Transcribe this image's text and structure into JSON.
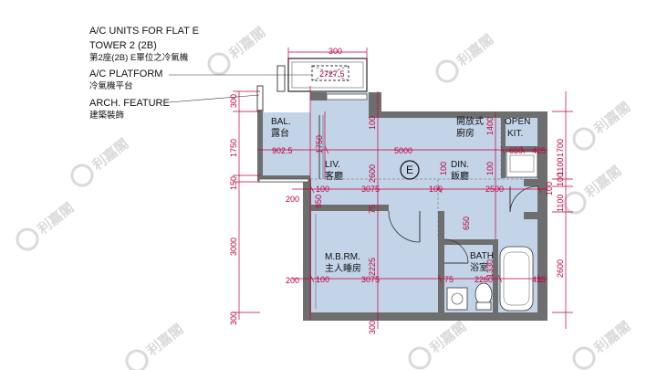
{
  "notes": [
    {
      "en": "A/C UNITS FOR FLAT E",
      "zh": ""
    },
    {
      "en": "TOWER 2 (2B)",
      "zh": "第2座(2B) E單位之冷氣機"
    },
    {
      "en": "A/C PLATFORM",
      "zh": "冷氣機平台"
    },
    {
      "en": "ARCH. FEATURE",
      "zh": "建築裝飾"
    }
  ],
  "flat_label": "E",
  "rooms": {
    "bal": {
      "en": "BAL.",
      "zh": "露台"
    },
    "open_kit": {
      "en": "OPEN",
      "en2": "KIT.",
      "zh": "開放式",
      "zh2": "廚房"
    },
    "liv": {
      "en": "LIV.",
      "zh": "客廳"
    },
    "din": {
      "en": "DIN.",
      "zh": "飯廳"
    },
    "mbr": {
      "en": "M.B.RM.",
      "zh": "主人睡房"
    },
    "bath": {
      "en": "BATH",
      "zh": "浴室"
    }
  },
  "dims": {
    "top_300": "300",
    "ac_2727": "2727.5",
    "left_300_top": "300",
    "left_1750": "1750",
    "left_150": "150",
    "left_3000": "3000",
    "left_300_bot": "300",
    "bal_1750": "1750",
    "bal_902": "902.5",
    "c_5000": "5000",
    "c_1400": "1400",
    "c_650_top": "650",
    "c_425_top": "425",
    "c_2600": "2600",
    "c_100_a": "100",
    "c_100_b": "100",
    "c_100_c": "100",
    "c_3075_top": "3075",
    "c_2500": "2500",
    "c_200_top": "200",
    "c_850": "850",
    "c_75_top": "75",
    "c_2225": "2225",
    "c_650_mid": "650",
    "c_1330": "1330",
    "c_200_bot": "200",
    "c_100_bot": "100",
    "c_3075_bot": "3075",
    "c_75_bot": "75",
    "c_2260": "2260",
    "c_425_bot": "425",
    "c_300_bot": "300",
    "r_1700": "1700",
    "r_100_a": "100",
    "r_1100_a": "1100",
    "r_100_b": "100",
    "r_1100_b": "1100",
    "r_2600": "2600"
  },
  "watermark": "利嘉閣",
  "colors": {
    "wall": "#6e6e6e",
    "floor": "#c3d4e8",
    "dimension": "#c0003a",
    "watermark": "#d6d6d6"
  }
}
